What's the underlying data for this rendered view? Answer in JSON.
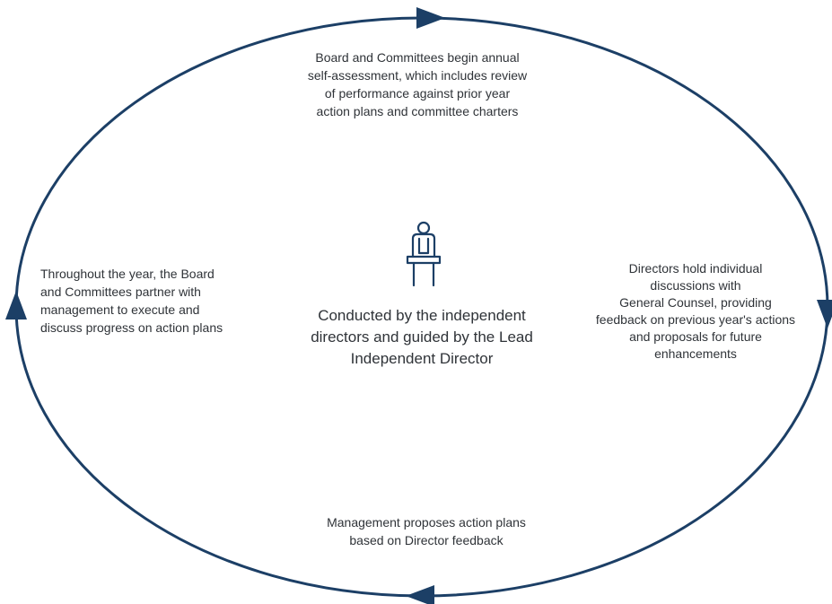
{
  "colors": {
    "cycle": "#1c3f66",
    "text": "#2f3338",
    "icon": "#1c3f66"
  },
  "icons": {
    "center": "person-at-lectern-icon",
    "arrow": "arrowhead-icon"
  },
  "steps": {
    "top": [
      "Board and Committees begin annual",
      "self-assessment, which includes review",
      "of performance against prior year",
      "action plans and committee charters"
    ],
    "right": [
      "Directors hold individual",
      "discussions with",
      "General Counsel, providing",
      "feedback on previous year's actions",
      "and proposals for future",
      "enhancements"
    ],
    "bottom": [
      "Management proposes action plans",
      "based on Director feedback"
    ],
    "left": [
      "Throughout the year, the Board",
      "and Committees partner with",
      "management to execute and",
      "discuss progress on action plans"
    ]
  },
  "center": [
    "Conducted by the independent",
    "directors and guided by the Lead",
    "Independent Director"
  ]
}
